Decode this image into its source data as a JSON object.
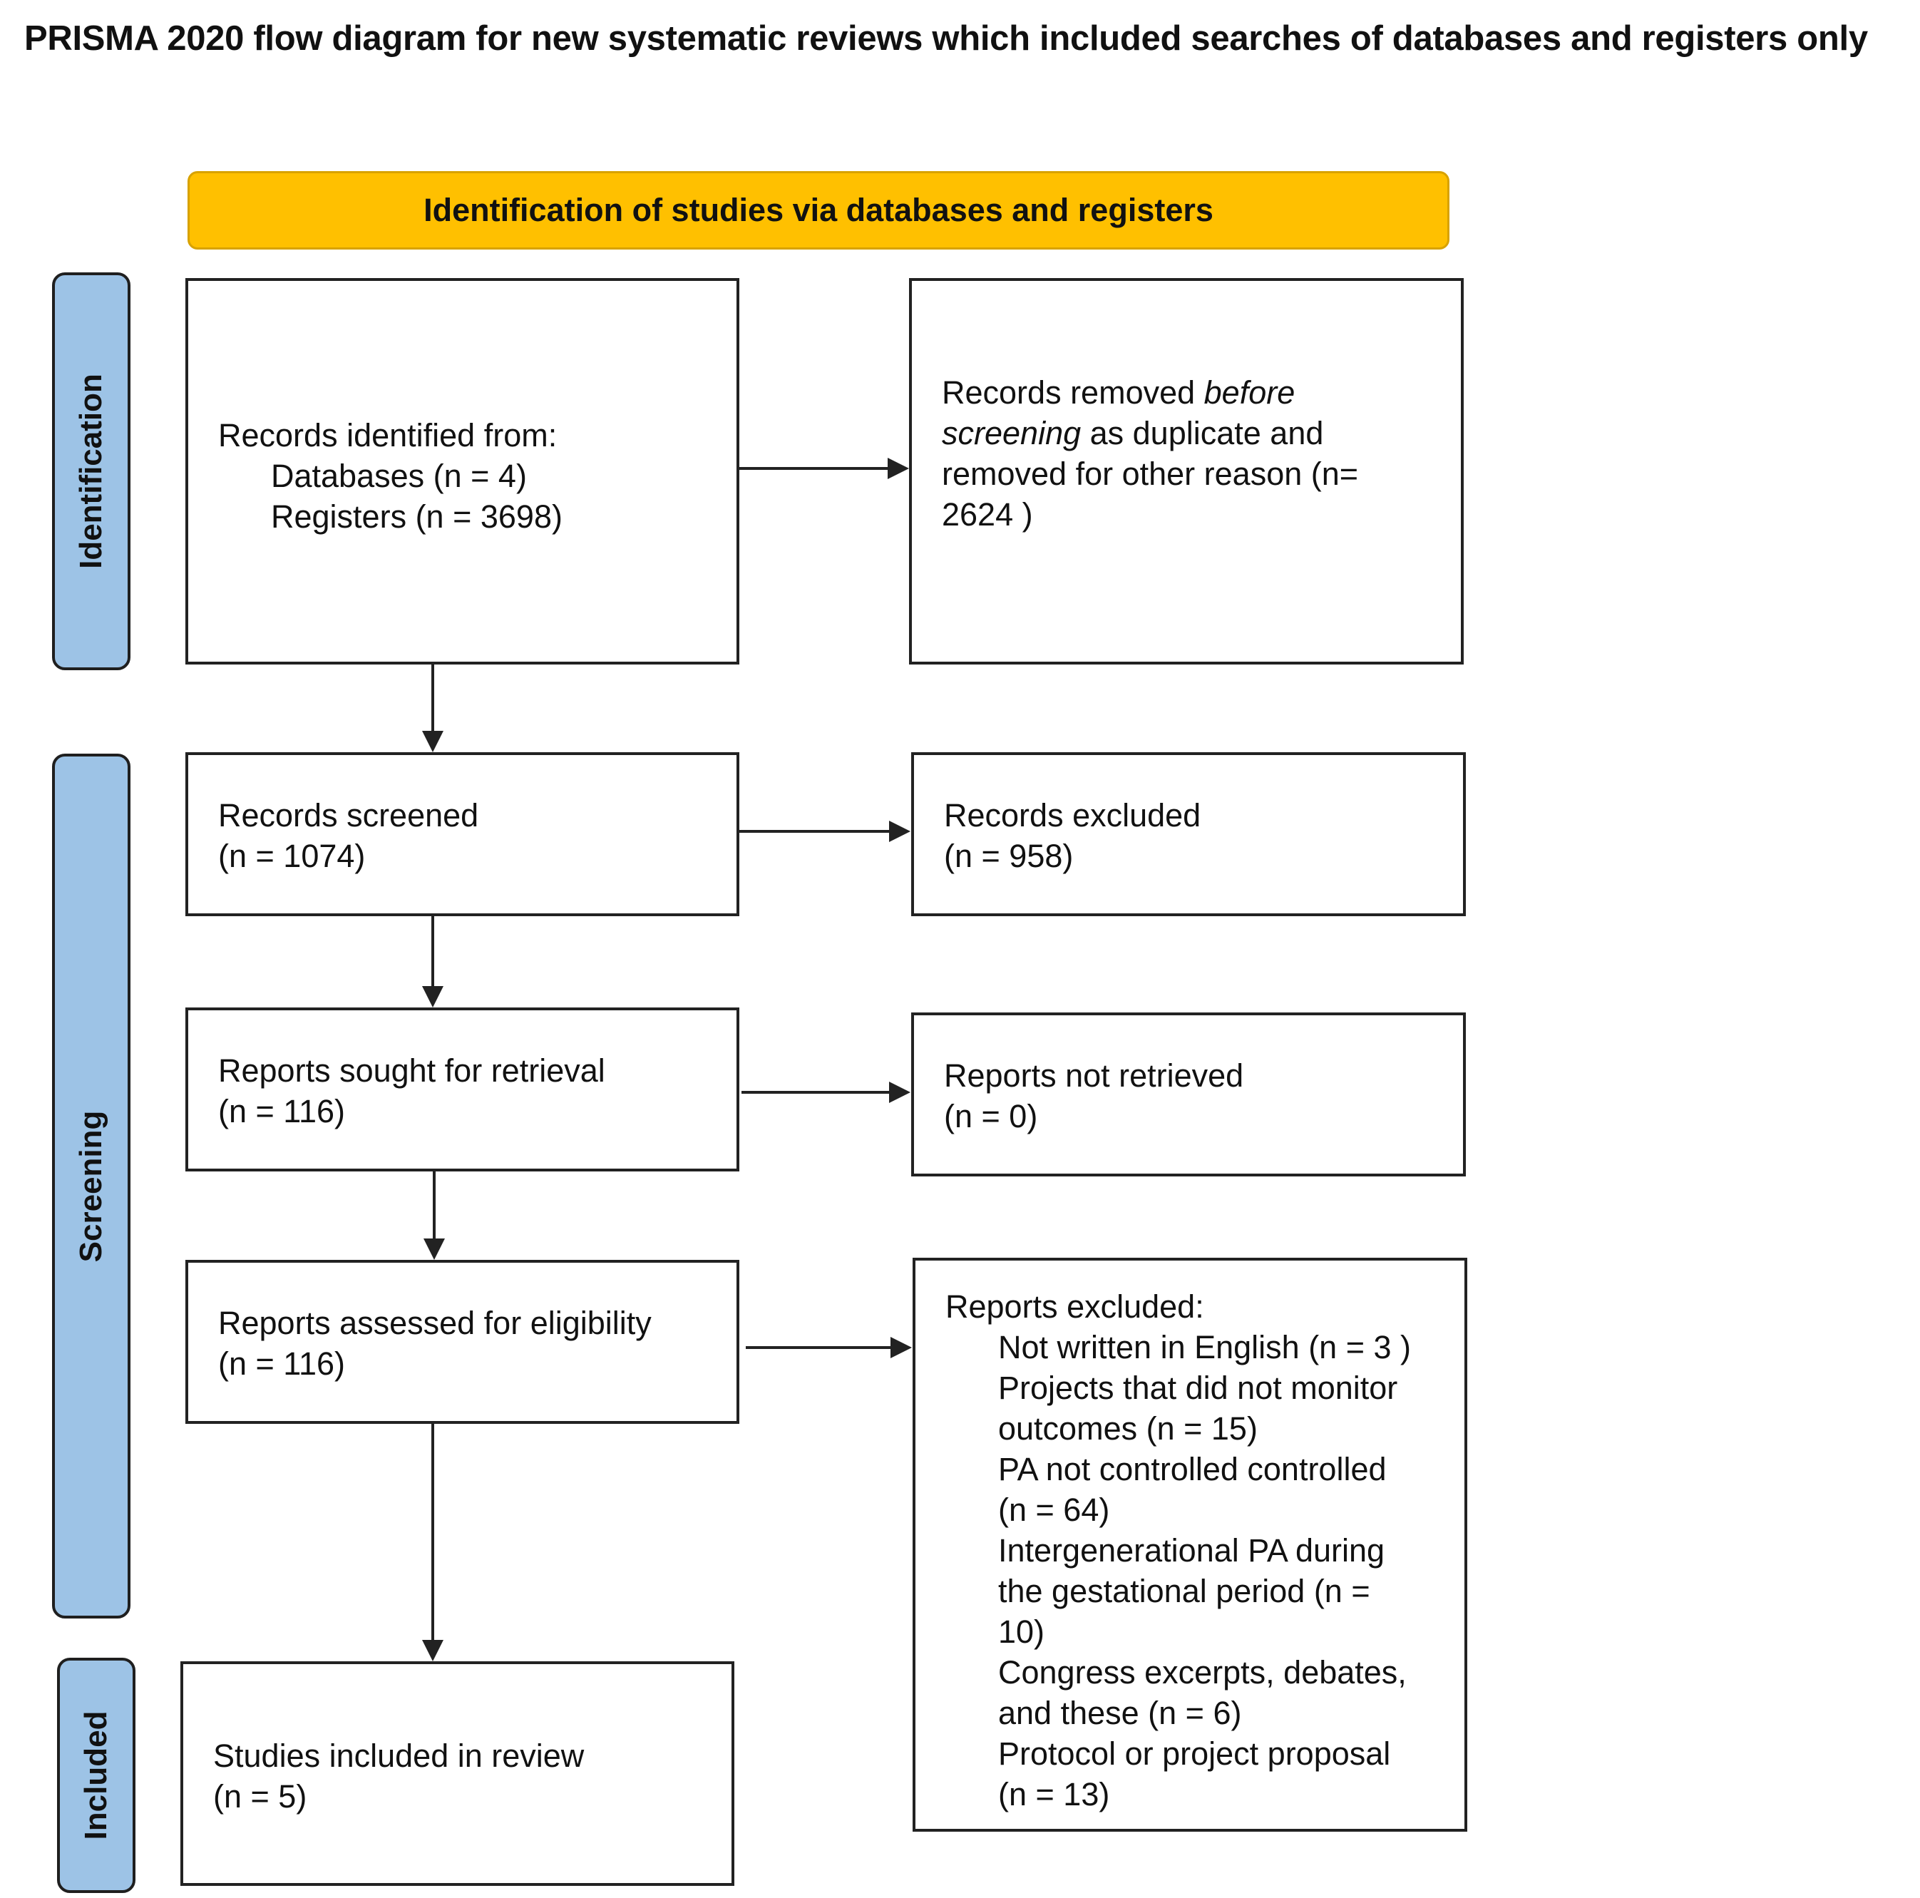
{
  "title": "PRISMA 2020 flow diagram for new systematic reviews which included searches of databases and registers only",
  "banner": "Identification of studies via databases and registers",
  "phases": {
    "identification": "Identification",
    "screening": "Screening",
    "included": "Included"
  },
  "boxes": {
    "identified": {
      "heading": "Records identified from:",
      "databases": "Databases (n = 4)",
      "registers": "Registers (n = 3698)"
    },
    "removed": {
      "line1_a": "Records removed ",
      "line1_b": "before",
      "line2_a": "screening",
      "line2_b": " as duplicate and",
      "line3": "removed for other reason (n=",
      "line4": "2624 )"
    },
    "screened": {
      "label": "Records screened",
      "count": "(n = 1074)"
    },
    "excluded": {
      "label": "Records excluded",
      "count": "(n = 958)"
    },
    "sought": {
      "label": "Reports sought for retrieval",
      "count": "(n = 116)"
    },
    "not_retrieved": {
      "label": "Reports not retrieved",
      "count": "(n = 0)"
    },
    "assessed": {
      "label": "Reports assessed for eligibility",
      "count": "(n = 116)"
    },
    "reports_excluded": {
      "heading": "Reports excluded:",
      "lines": [
        "Not written in English (n = 3 )",
        "Projects that did not monitor",
        "outcomes (n = 15)",
        "PA not controlled controlled",
        "(n = 64)",
        "Intergenerational PA during",
        "the gestational period (n =",
        "10)",
        "Congress excerpts, debates,",
        "and these (n = 6)",
        "Protocol or project proposal",
        "(n = 13)"
      ]
    },
    "included": {
      "label": "Studies included in review",
      "count": "(n = 5)"
    }
  }
}
